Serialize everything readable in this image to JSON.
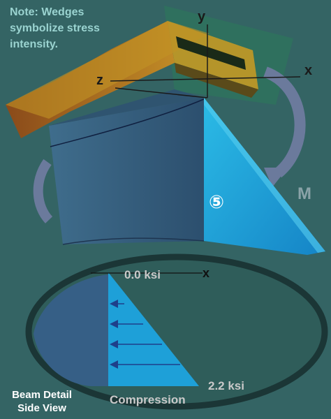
{
  "note": {
    "line1": "Note:  Wedges",
    "line2": "symbolize stress",
    "line3": "intensity."
  },
  "axes": {
    "y": "y",
    "z": "z",
    "x": "x"
  },
  "moment_label": "M",
  "region_marker": "⑤",
  "detail": {
    "axis_x": "x",
    "top_stress": "0.0 ksi",
    "bottom_stress": "2.2 ksi",
    "stress_type": "Compression",
    "caption_line1": "Beam Detail",
    "caption_line2": "Side View"
  },
  "colors": {
    "background": "#346464",
    "flange": "#b07a1e",
    "beam_face": "#3a5f80",
    "stress_wedge": "#1ea0d8",
    "detail_ring": "#1b3636",
    "detail_fill": "#2f5d5a",
    "arrow": "#1e3f8a"
  }
}
